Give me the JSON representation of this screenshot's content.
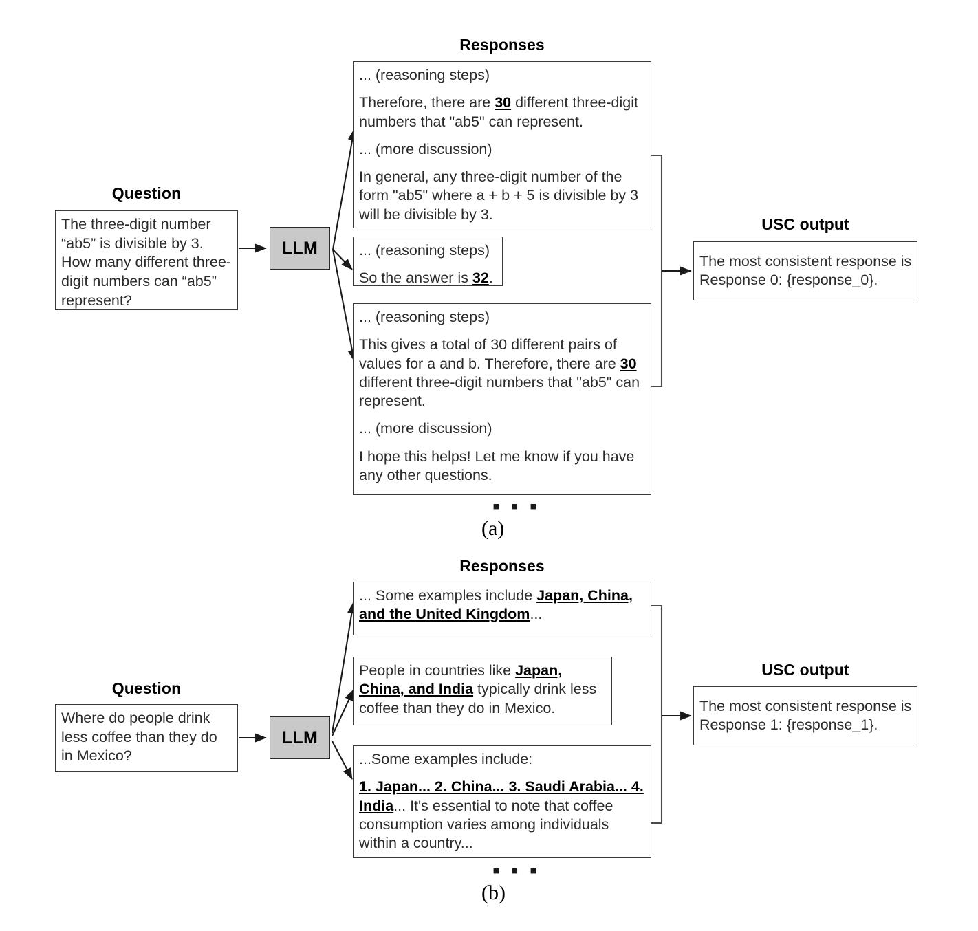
{
  "figure": {
    "panels": [
      {
        "id": "a",
        "label": "(a)",
        "question_heading": "Question",
        "responses_heading": "Responses",
        "usc_heading": "USC output",
        "llm_label": "LLM",
        "ellipsis": "▪ ▪ ▪",
        "question_text": "The three-digit number “ab5” is divisible by 3. How many different three-digit numbers can “ab5” represent?",
        "usc_text": "The most consistent response is Response 0: {response_0}.",
        "responses": [
          {
            "id": "response-0",
            "paragraphs": [
              {
                "segments": [
                  {
                    "text": "... (reasoning steps)",
                    "bold_underline": false
                  }
                ]
              },
              {
                "segments": [
                  {
                    "text": "Therefore, there are ",
                    "bold_underline": false
                  },
                  {
                    "text": "30",
                    "bold_underline": true
                  },
                  {
                    "text": " different three-digit numbers that \"ab5\" can represent.",
                    "bold_underline": false
                  }
                ]
              },
              {
                "segments": [
                  {
                    "text": "... (more discussion)",
                    "bold_underline": false
                  }
                ]
              },
              {
                "segments": [
                  {
                    "text": "In general, any three-digit number of the form \"ab5\" where a + b + 5 is divisible by 3 will be divisible by 3.",
                    "bold_underline": false
                  }
                ]
              }
            ]
          },
          {
            "id": "response-1",
            "paragraphs": [
              {
                "segments": [
                  {
                    "text": "... (reasoning steps)",
                    "bold_underline": false
                  }
                ]
              },
              {
                "segments": [
                  {
                    "text": "So the answer is ",
                    "bold_underline": false
                  },
                  {
                    "text": "32",
                    "bold_underline": true
                  },
                  {
                    "text": ".",
                    "bold_underline": false
                  }
                ]
              }
            ]
          },
          {
            "id": "response-2",
            "paragraphs": [
              {
                "segments": [
                  {
                    "text": "... (reasoning steps)",
                    "bold_underline": false
                  }
                ]
              },
              {
                "segments": [
                  {
                    "text": "This gives a total of 30 different pairs of values for a and b. Therefore, there are ",
                    "bold_underline": false
                  },
                  {
                    "text": "30",
                    "bold_underline": true
                  },
                  {
                    "text": " different three-digit numbers that \"ab5\" can represent.",
                    "bold_underline": false
                  }
                ]
              },
              {
                "segments": [
                  {
                    "text": "... (more discussion)",
                    "bold_underline": false
                  }
                ]
              },
              {
                "segments": [
                  {
                    "text": "I hope this helps! Let me know if you have any other questions.",
                    "bold_underline": false
                  }
                ]
              }
            ]
          }
        ]
      },
      {
        "id": "b",
        "label": "(b)",
        "question_heading": "Question",
        "responses_heading": "Responses",
        "usc_heading": "USC output",
        "llm_label": "LLM",
        "ellipsis": "▪ ▪ ▪",
        "question_text": "Where do people drink less coffee than they do in Mexico?",
        "usc_text": "The most consistent response is Response 1: {response_1}.",
        "responses": [
          {
            "id": "response-0",
            "paragraphs": [
              {
                "segments": [
                  {
                    "text": "... Some examples include ",
                    "bold_underline": false
                  },
                  {
                    "text": "Japan, China, and the United Kingdom",
                    "bold_underline": true
                  },
                  {
                    "text": "...",
                    "bold_underline": false
                  }
                ]
              }
            ]
          },
          {
            "id": "response-1",
            "paragraphs": [
              {
                "segments": [
                  {
                    "text": "People in countries like ",
                    "bold_underline": false
                  },
                  {
                    "text": "Japan, China, and India",
                    "bold_underline": true
                  },
                  {
                    "text": " typically drink less coffee than they do in Mexico.",
                    "bold_underline": false
                  }
                ]
              }
            ]
          },
          {
            "id": "response-2",
            "paragraphs": [
              {
                "segments": [
                  {
                    "text": "...Some examples include:",
                    "bold_underline": false
                  }
                ]
              },
              {
                "segments": [
                  {
                    "text": "1. Japan... 2. China... 3. Saudi Arabia... 4. India",
                    "bold_underline": true
                  },
                  {
                    "text": "... It's essential to note that coffee consumption varies among individuals within a country...",
                    "bold_underline": false
                  }
                ]
              }
            ]
          }
        ]
      }
    ],
    "colors": {
      "llm_fill": "#c9c9c9",
      "box_border": "#3a3a3a",
      "arrow": "#1a1a1a",
      "text": "#2b2b2b"
    }
  }
}
